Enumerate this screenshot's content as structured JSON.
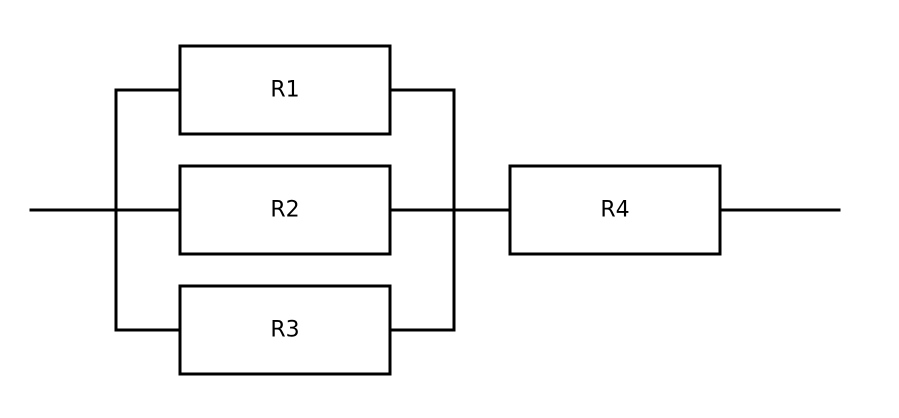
{
  "diagram": {
    "type": "circuit-schematic",
    "parallel_group": [
      {
        "id": "r1",
        "label": "R1"
      },
      {
        "id": "r2",
        "label": "R2"
      },
      {
        "id": "r3",
        "label": "R3"
      }
    ],
    "series_element": {
      "id": "r4",
      "label": "R4"
    },
    "line_color": "#000000",
    "background_color": "#ffffff"
  }
}
